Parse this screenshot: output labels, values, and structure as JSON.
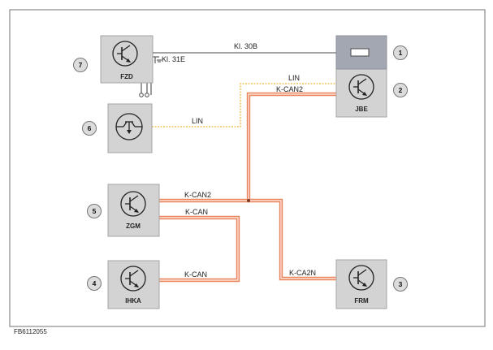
{
  "figure_id": "FB6112055",
  "colors": {
    "frame": "#8a8a8a",
    "module_fill": "#d3d3d3",
    "module_stroke": "#a6a6a6",
    "fuse_header": "#a3a7b1",
    "can_outer": "#e9865f",
    "can_inner": "#fbe2d6",
    "lin": "#f1c65a",
    "wire": "#4a4a4a",
    "callout_fill": "#dcdcdc"
  },
  "modules": [
    {
      "id": "fzd",
      "name": "FZD",
      "callout": "7",
      "symbol": "transistor"
    },
    {
      "id": "sensor",
      "name": "",
      "callout": "6",
      "symbol": "sensor"
    },
    {
      "id": "jbe",
      "name": "JBE",
      "callout": "2",
      "symbol": "transistor"
    },
    {
      "id": "fuse",
      "name": "",
      "callout": "1",
      "symbol": "fuse"
    },
    {
      "id": "zgm",
      "name": "ZGM",
      "callout": "5",
      "symbol": "transistor"
    },
    {
      "id": "ihka",
      "name": "IHKA",
      "callout": "4",
      "symbol": "transistor"
    },
    {
      "id": "frm",
      "name": "FRM",
      "callout": "3",
      "symbol": "transistor"
    }
  ],
  "wire_labels": {
    "kl30b": "Kl. 30B",
    "kl31e": "Kl. 31E",
    "lin_jbe": "LIN",
    "lin_sensor": "LIN",
    "kcan2_jbe": "K-CAN2",
    "kcan2_zgm": "K-CAN2",
    "kcan_zgm": "K-CAN",
    "kcan_ihka": "K-CAN",
    "kca2n_frm": "K-CA2N"
  }
}
